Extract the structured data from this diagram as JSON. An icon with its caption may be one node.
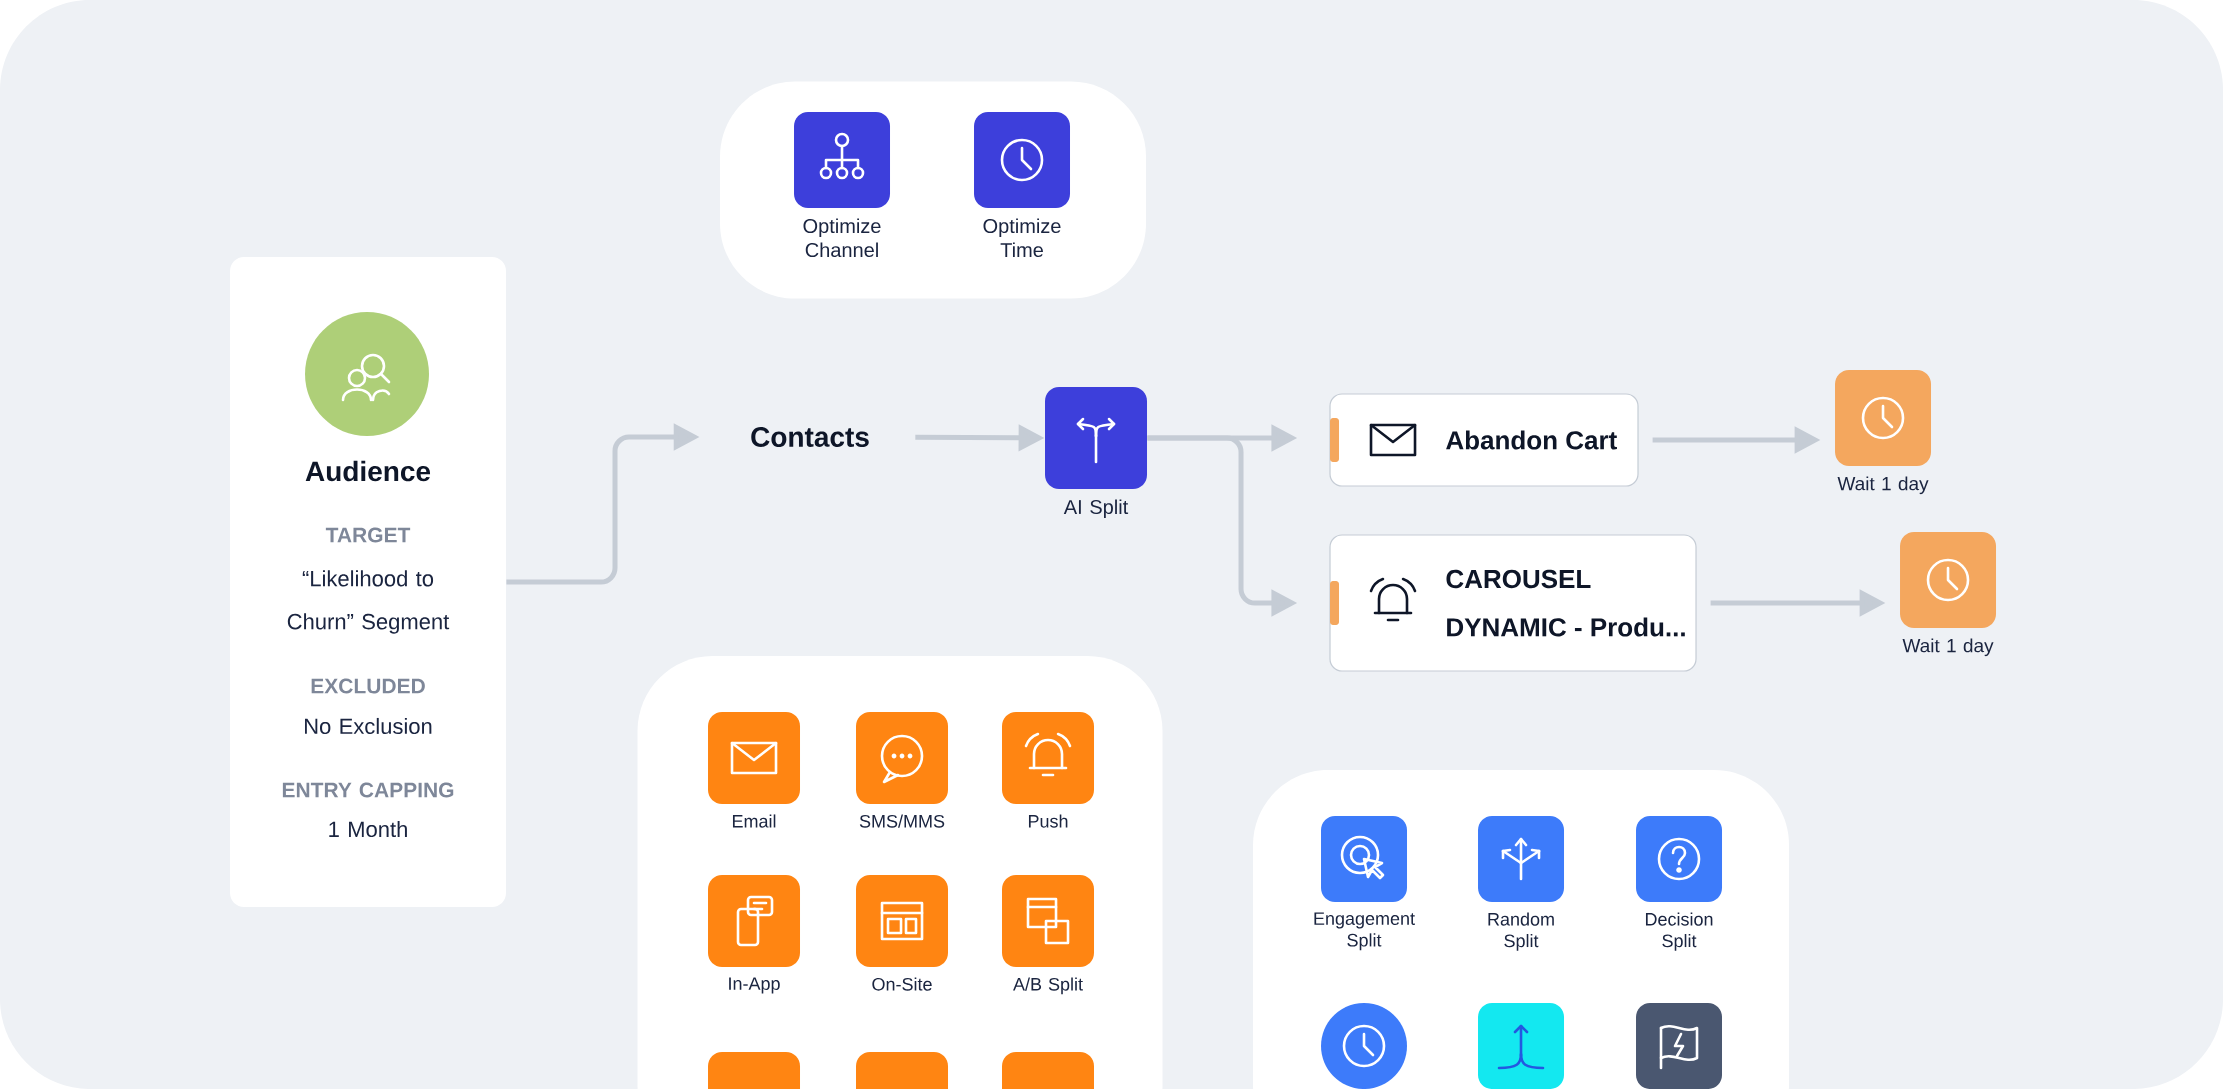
{
  "diagram": {
    "nodes": [
      {
        "text": [],
        "shape": "box"
      },
      {
        "text": [
          "Optimize Channel"
        ],
        "in": 0
      },
      {
        "text": [
          "Optimize Time"
        ],
        "in": 0
      },
      {
        "text": [
          "Audience",
          "TARGET",
          "“Likelihood to Churn” Segment",
          "EXCLUDED",
          "No Exclusion",
          "ENTRY CAPPING",
          "1 Month"
        ]
      },
      {
        "text": [
          "Contacts"
        ]
      },
      {
        "text": [
          "AI Split"
        ]
      },
      {
        "text": [
          "Abandon Cart"
        ]
      },
      {
        "text": [
          "CAROUSEL",
          "DYNAMIC - Produ..."
        ]
      },
      {
        "text": [
          "Wait 1 day"
        ]
      },
      {
        "text": [
          "Wait 1 day"
        ]
      },
      {
        "text": [],
        "shape": "box"
      },
      {
        "text": [
          "Email"
        ],
        "in": 10
      },
      {
        "text": [
          "SMS/MMS"
        ],
        "in": 10
      },
      {
        "text": [
          "Push"
        ],
        "in": 10
      },
      {
        "text": [
          "In-App"
        ],
        "in": 10
      },
      {
        "text": [
          "On-Site"
        ],
        "in": 10
      },
      {
        "text": [
          "A/B Split"
        ],
        "in": 10
      },
      {
        "text": [],
        "shape": "box",
        "in": 10
      },
      {
        "text": [],
        "shape": "box",
        "in": 10
      },
      {
        "text": [],
        "shape": "box",
        "in": 10
      },
      {
        "text": [],
        "shape": "box"
      },
      {
        "text": [
          "Engagement Split"
        ],
        "in": 20
      },
      {
        "text": [
          "Random Split"
        ],
        "in": 20
      },
      {
        "text": [
          "Decision Split"
        ],
        "in": 20
      },
      {
        "text": [],
        "shape": "circle",
        "in": 20
      },
      {
        "text": [],
        "shape": "box",
        "in": 20
      },
      {
        "text": [],
        "shape": "box",
        "in": 20
      }
    ],
    "edges": [
      {
        "from": 3,
        "to": 4,
        "arrow": "to"
      },
      {
        "from": 4,
        "to": 5,
        "arrow": "to"
      },
      {
        "from": 5,
        "to": 6,
        "arrow": "to"
      },
      {
        "from": 5,
        "to": 7,
        "arrow": "to"
      },
      {
        "from": 6,
        "to": 8,
        "arrow": "to"
      },
      {
        "from": 7,
        "to": 9,
        "arrow": "to"
      }
    ]
  }
}
